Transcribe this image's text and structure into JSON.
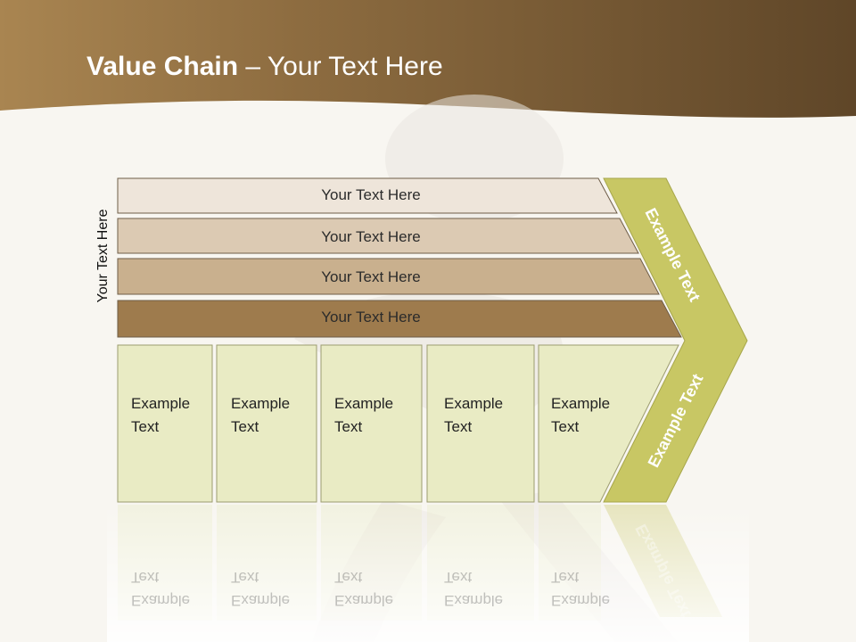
{
  "title": {
    "bold": "Value Chain",
    "rest": " – Your Text Here"
  },
  "colors": {
    "header_dark": "#634a2b",
    "header_light": "#a07a45",
    "row1": "#eee5da",
    "row2": "#dccab3",
    "row3": "#c9b08e",
    "row4": "#9e7b4d",
    "box_fill": "#e9ebc4",
    "chevron": "#c8c764"
  },
  "side_label": "Your Text Here",
  "rows": [
    {
      "label": "Your Text Here"
    },
    {
      "label": "Your Text Here"
    },
    {
      "label": "Your Text Here"
    },
    {
      "label": "Your Text Here"
    }
  ],
  "boxes": [
    {
      "line1": "Example",
      "line2": "Text"
    },
    {
      "line1": "Example",
      "line2": "Text"
    },
    {
      "line1": "Example",
      "line2": "Text"
    },
    {
      "line1": "Example",
      "line2": "Text"
    },
    {
      "line1": "Example",
      "line2": "Text"
    }
  ],
  "chevron": {
    "upper": "Example Text",
    "lower": "Example Text"
  }
}
